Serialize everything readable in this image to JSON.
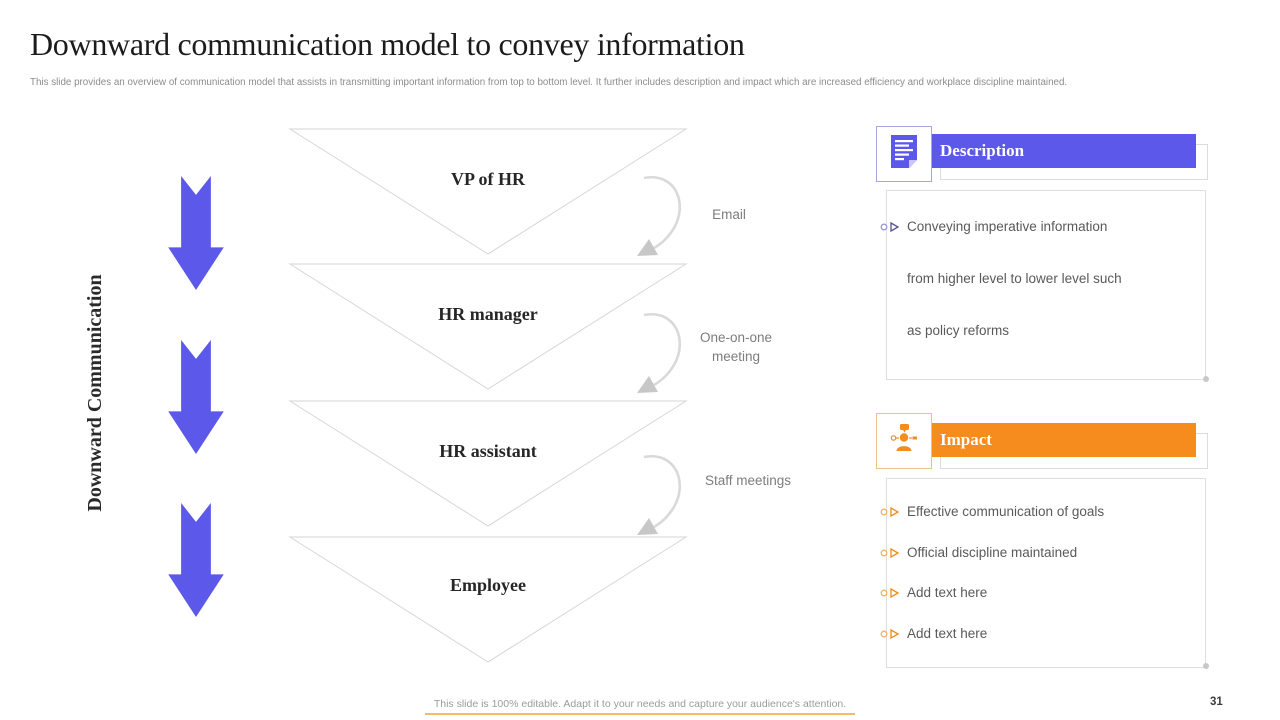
{
  "slide": {
    "title": "Downward communication model to convey information",
    "subtitle": "This slide provides an overview of communication model that assists in transmitting important information from top to bottom level. It further includes description and impact  which are increased efficiency and workplace discipline maintained."
  },
  "funnel": {
    "axis_label": "Downward Communication",
    "levels": [
      "VP of HR",
      "HR manager",
      "HR assistant",
      "Employee"
    ],
    "channels": [
      "Email",
      "One-on-one meeting",
      "Staff meetings"
    ]
  },
  "description_panel": {
    "title": "Description",
    "icon": "document-icon",
    "bullet_lines": [
      "Conveying imperative information",
      "from higher level to lower level such",
      "as policy reforms"
    ]
  },
  "impact_panel": {
    "title": "Impact",
    "icon": "team-impact-icon",
    "bullets": [
      "Effective communication of goals",
      "Official discipline maintained",
      "Add text here",
      "Add text here"
    ]
  },
  "footer": {
    "note": "This slide is 100% editable.  Adapt it to your needs and capture your audience's attention.",
    "page_number": "31"
  },
  "colors": {
    "primary_purple": "#5b58ea",
    "accent_orange": "#f68b1e",
    "outline_gray": "#d6d6d6",
    "body_text_gray": "#595959"
  }
}
